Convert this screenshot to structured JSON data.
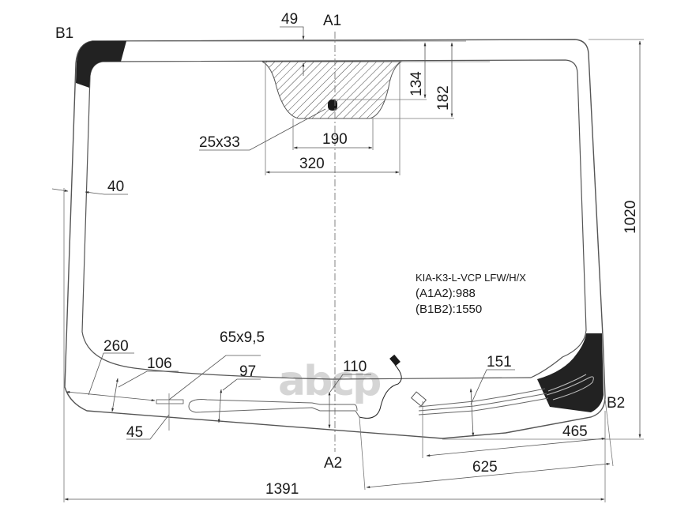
{
  "drawing": {
    "part_code": "KIA-K3-L-VCP LFW/H/X",
    "a1a2": "(A1A2):988",
    "b1b2": "(B1B2):1550",
    "watermark": "abcp",
    "points": {
      "a1": "A1",
      "a2": "A2",
      "b1": "B1",
      "b2": "B2"
    },
    "dimensions": {
      "top_offset": "49",
      "sensor_area_height": "134",
      "sensor_area_total": "182",
      "sensor_area_bottom_width": "190",
      "sensor_area_top_width": "320",
      "sensor_pad": "25x33",
      "side_band": "40",
      "total_height": "1020",
      "bottom_left_corner": "260",
      "bottom_band_left": "106",
      "heater_connector": "65x9,5",
      "heater_offset": "97",
      "connector_offset": "45",
      "center_band": "110",
      "right_band": "151",
      "right_width_465": "465",
      "right_width_625": "625",
      "total_width": "1391"
    }
  },
  "colors": {
    "line": "#555555",
    "dark_fill": "#222222",
    "text": "#1a1a1a",
    "watermark": "#c8c8c8"
  }
}
